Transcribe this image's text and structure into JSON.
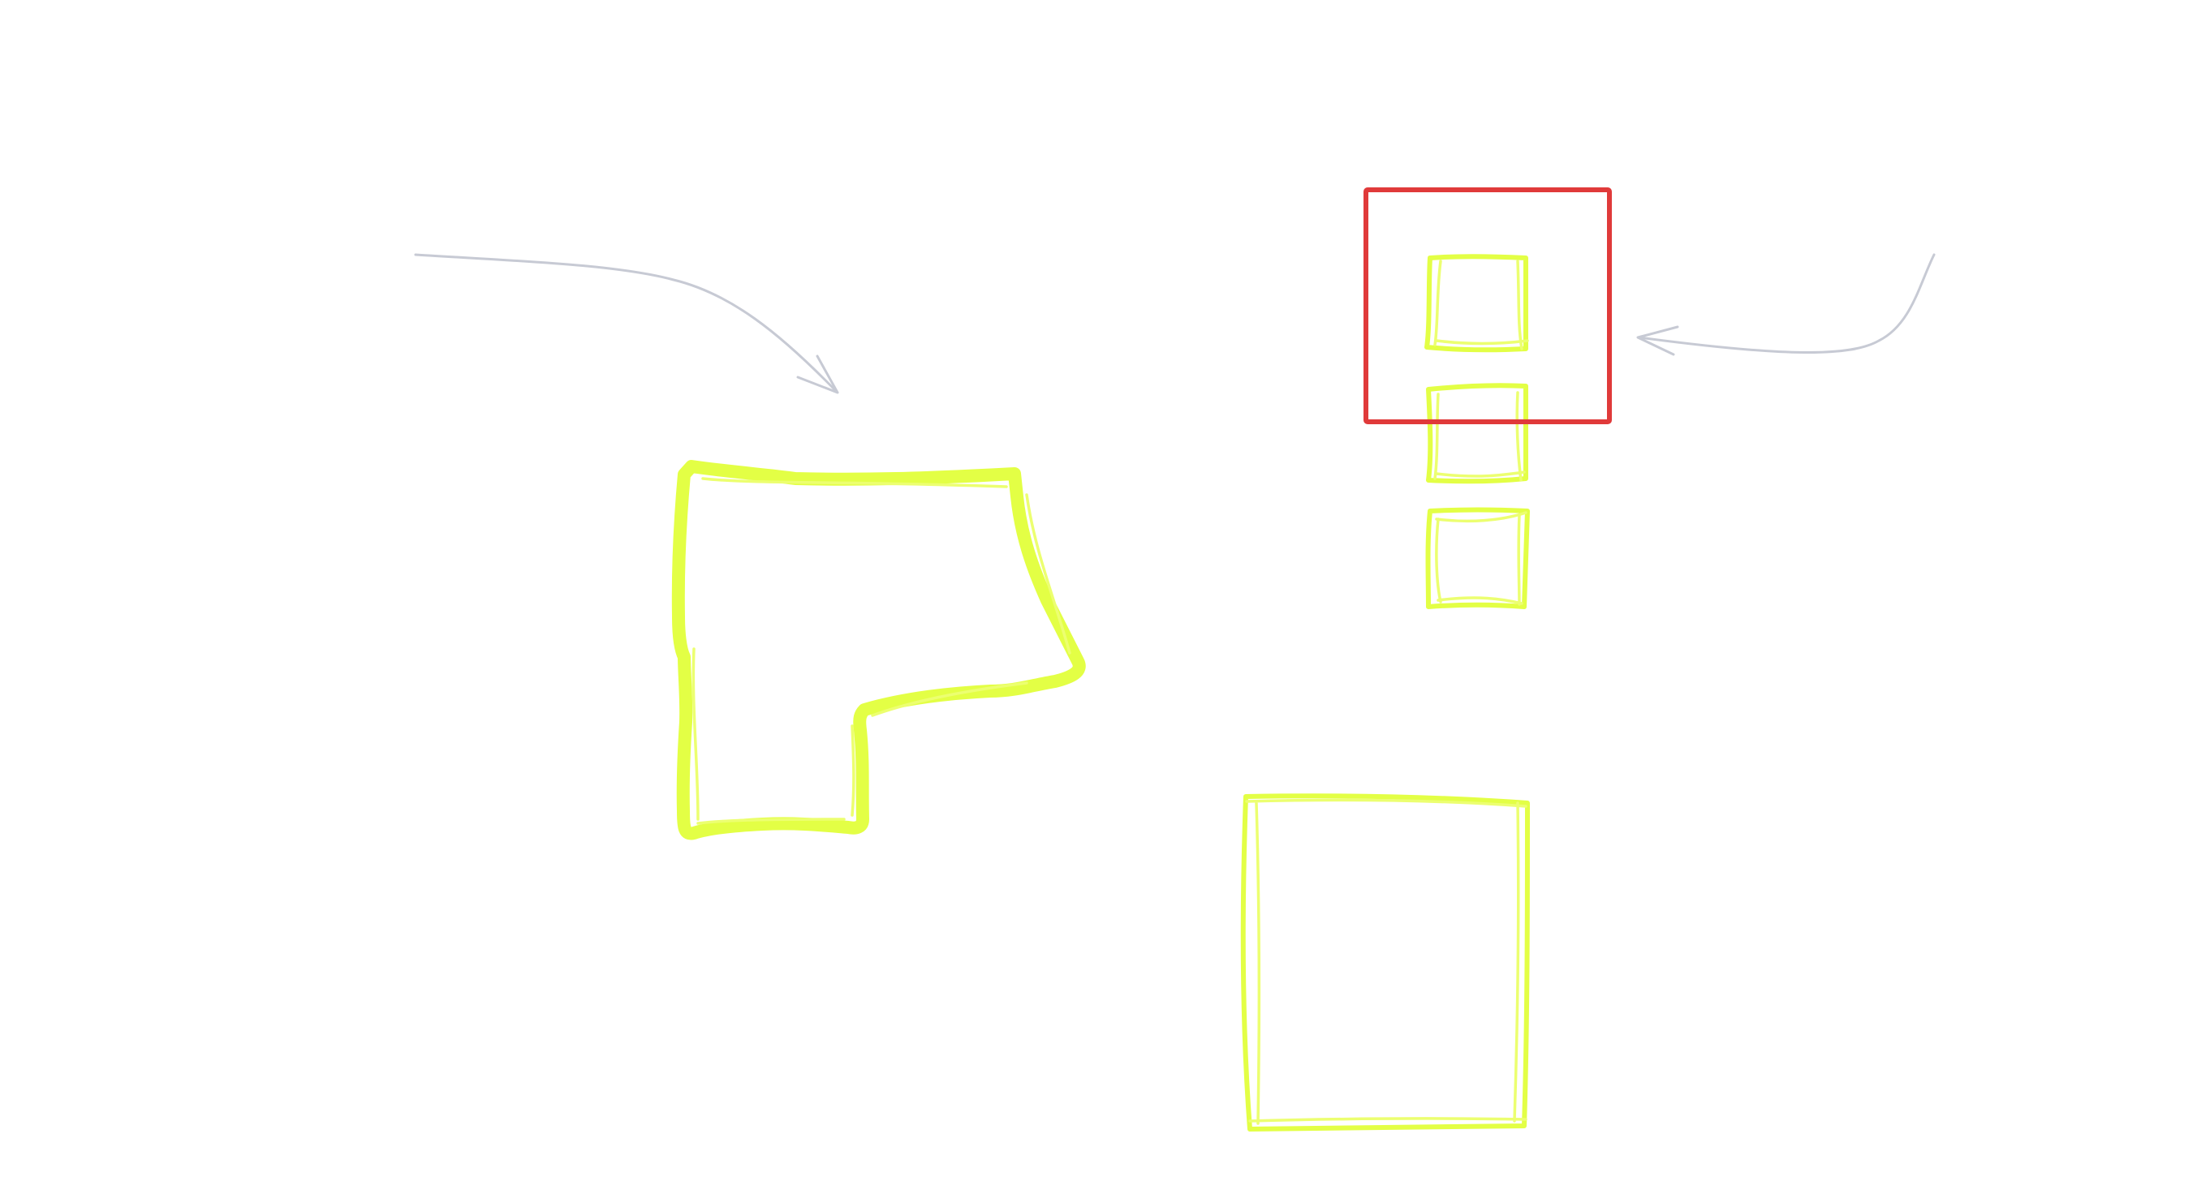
{
  "canvas": {
    "background": "#ffffff"
  },
  "colors": {
    "highlighter": "#e3ff45",
    "highlighter_soft": "#ecff70",
    "selection": "#e03a3a",
    "arrow": "#c7cad4"
  },
  "shapes": [
    {
      "name": "l-shape-stroke",
      "tool": "highlighter",
      "stroke": "thick"
    },
    {
      "name": "small-square-1",
      "tool": "highlighter",
      "stroke": "thin"
    },
    {
      "name": "small-square-2",
      "tool": "highlighter",
      "stroke": "thin"
    },
    {
      "name": "small-square-3",
      "tool": "highlighter",
      "stroke": "thin"
    },
    {
      "name": "large-rectangle",
      "tool": "highlighter",
      "stroke": "thin"
    }
  ],
  "annotations": [
    {
      "name": "curved-arrow-left",
      "points_to": "l-shape-stroke"
    },
    {
      "name": "curved-arrow-right",
      "points_to": "selection-box"
    }
  ],
  "selection": {
    "name": "selection-box",
    "encloses": "small-square-1"
  }
}
